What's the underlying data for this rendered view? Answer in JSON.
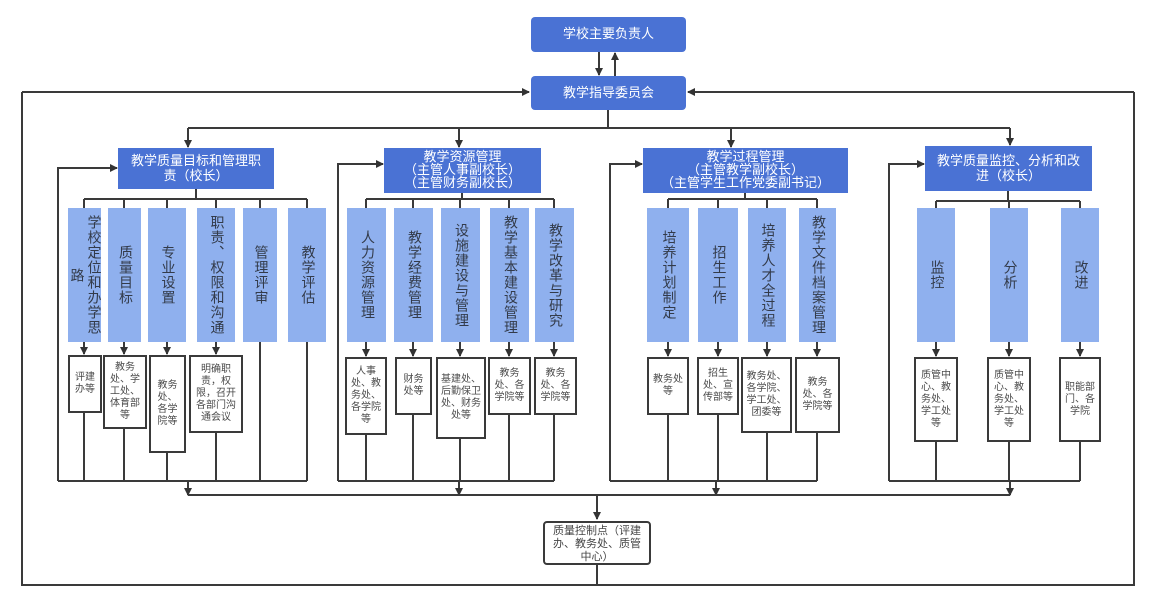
{
  "diagram": {
    "top": {
      "label": "学校主要负责人"
    },
    "committee": {
      "label": "教学指导委员会"
    },
    "quality_control": {
      "label": "质量控制点（评建办、教务处、质管中心）"
    },
    "groups": [
      {
        "head": "教学质量目标和管理职责（校长）",
        "items": [
          {
            "label": "学校定位和办学思路",
            "office": "评建办等"
          },
          {
            "label": "质量目标",
            "office": "教务处、学工处、体育部等"
          },
          {
            "label": "专业设置",
            "office": "教务处、各学院等"
          },
          {
            "label": "职责、权限和沟通",
            "office": "明确职责，权限，召开各部门沟通会议"
          },
          {
            "label": "管理评审",
            "office": null
          },
          {
            "label": "教学评估",
            "office": null
          }
        ]
      },
      {
        "head": "教学资源管理（主管人事副校长）（主管财务副校长）",
        "head_lines": [
          "教学资源管理",
          "（主管人事副校长）",
          "（主管财务副校长）"
        ],
        "items": [
          {
            "label": "人力资源管理",
            "office": "人事处、教务处、各学院等"
          },
          {
            "label": "教学经费管理",
            "office": "财务处等"
          },
          {
            "label": "设施建设与管理",
            "office": "基建处、后勤保卫处、财务处等"
          },
          {
            "label": "教学基本建设管理",
            "office": "教务处、各学院等"
          },
          {
            "label": "教学改革与研究",
            "office": "教务处、各学院等"
          }
        ]
      },
      {
        "head": "教学过程管理（主管教学副校长）（主管学生工作党委副书记）",
        "head_lines": [
          "教学过程管理",
          "（主管教学副校长）",
          "（主管学生工作党委副书记）"
        ],
        "items": [
          {
            "label": "培养计划制定",
            "office": "教务处等"
          },
          {
            "label": "招生工作",
            "office": "招生处、宣传部等"
          },
          {
            "label": "培养人才全过程",
            "office": "教务处、各学院、学工处、团委等"
          },
          {
            "label": "教学文件档案管理",
            "office": "教务处、各学院等"
          }
        ]
      },
      {
        "head": "教学质量监控、分析和改进（校长）",
        "items": [
          {
            "label": "监控",
            "office": "质管中心、教务处、学工处等"
          },
          {
            "label": "分析",
            "office": "质管中心、教务处、学工处等"
          },
          {
            "label": "改进",
            "office": "职能部门、各学院"
          }
        ]
      }
    ]
  }
}
